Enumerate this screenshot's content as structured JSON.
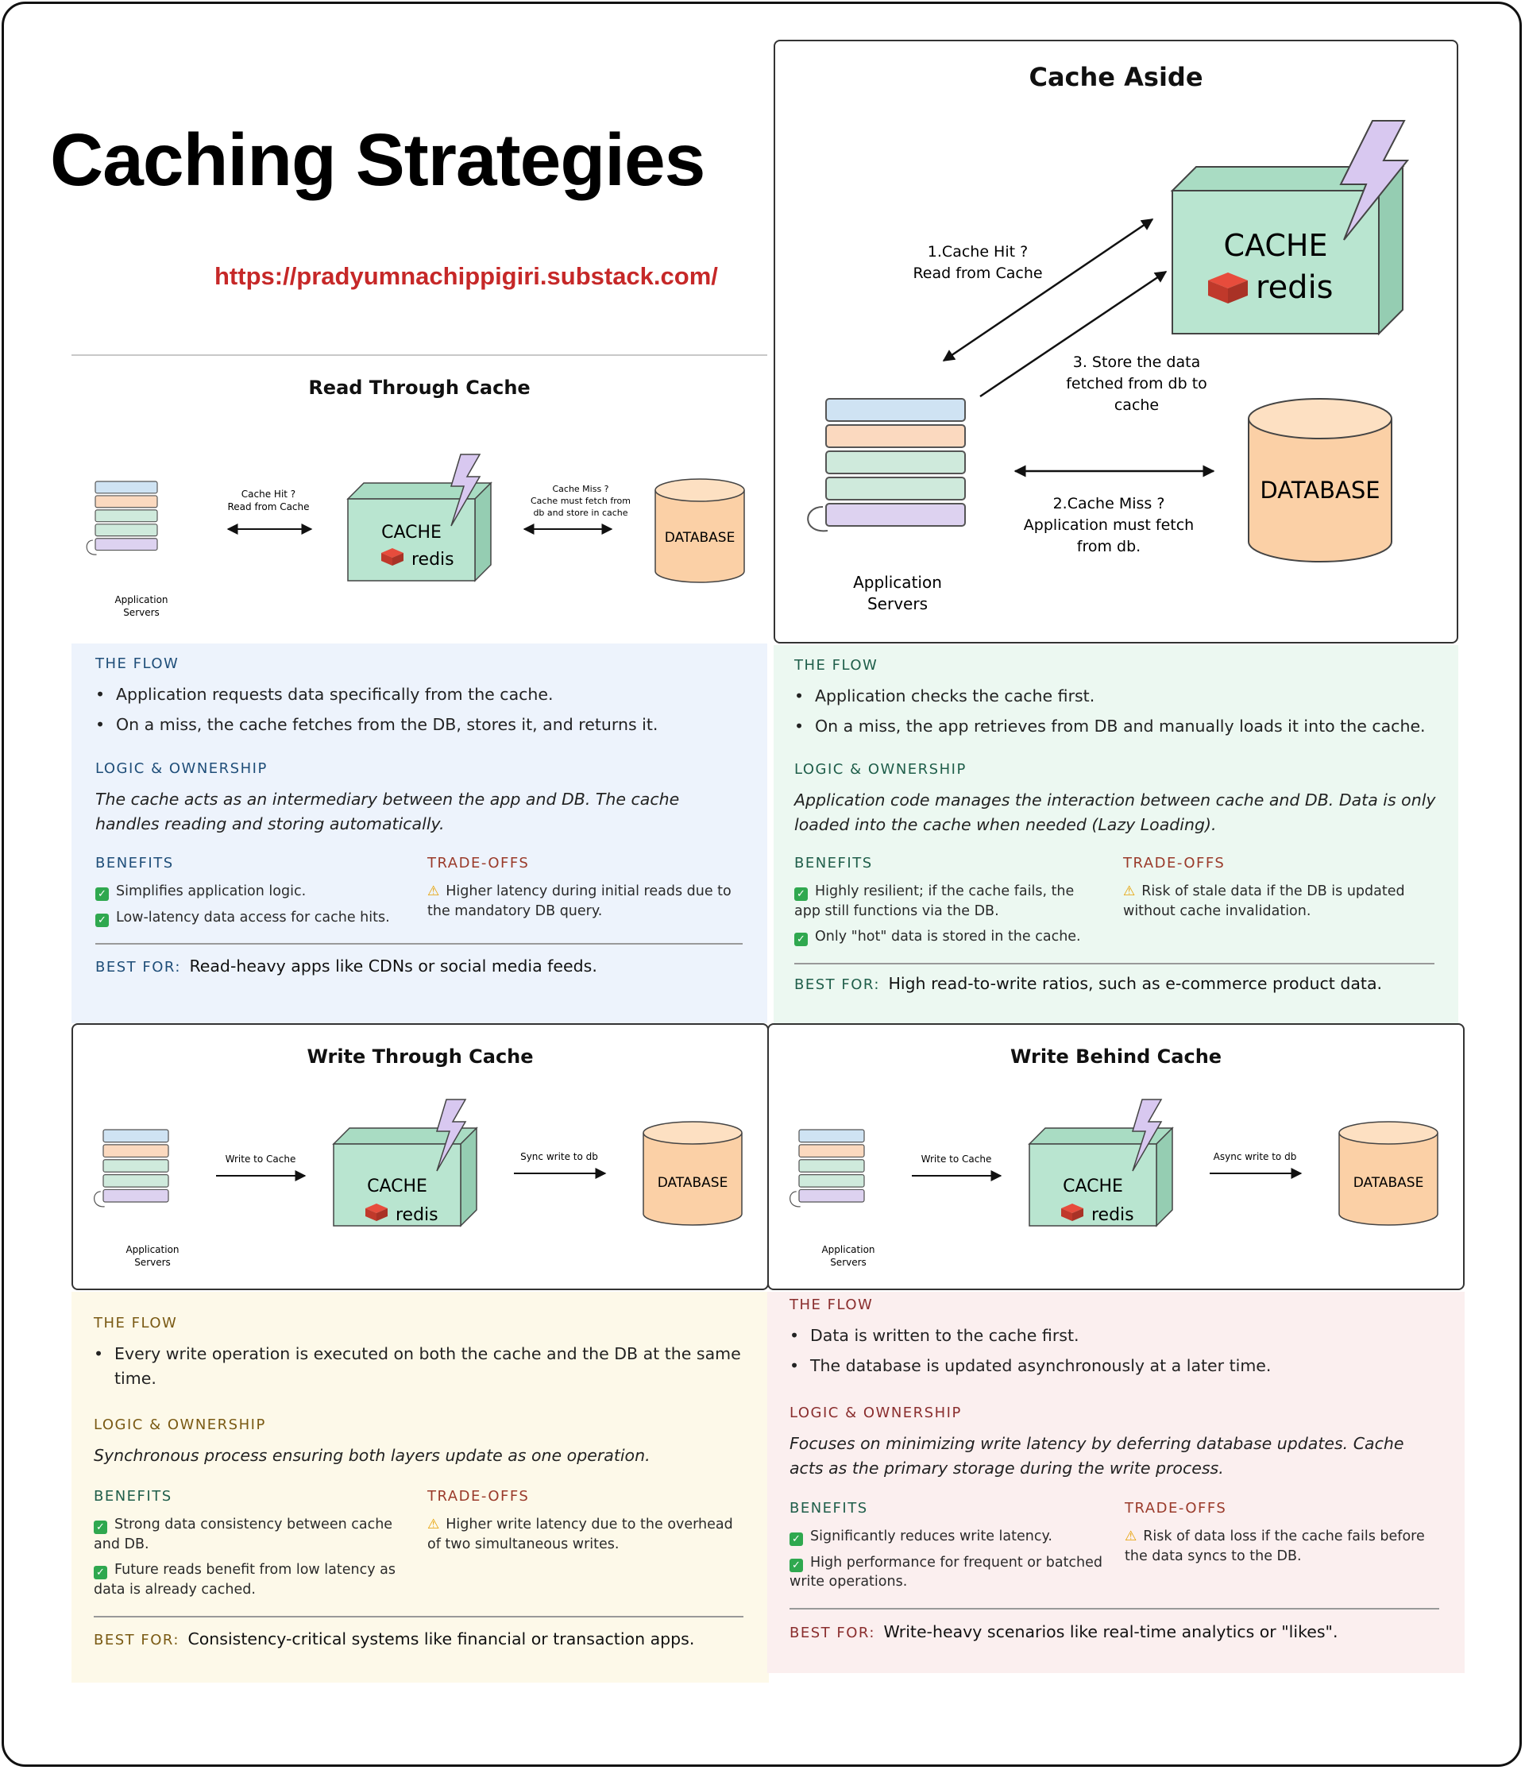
{
  "title": "Caching Strategies",
  "url": "https://pradyumnachippigiri.substack.com/",
  "colors": {
    "cache_green": "#b9e5d0",
    "db_orange": "#fbd0a6",
    "bolt_purple": "#d8c8f0",
    "redis_red": "#d9342b",
    "url_red": "#c62828",
    "read_bg": "#edf3fc",
    "aside_bg": "#ecf8f1",
    "write_through_bg": "#fdf9e9",
    "write_behind_bg": "#fbefef"
  },
  "common": {
    "cache": "CACHE",
    "redis": "redis",
    "database": "DATABASE",
    "app_servers_line1": "Application",
    "app_servers_line2": "Servers",
    "flow_label": "THE FLOW",
    "logic_label": "LOGIC & OWNERSHIP",
    "benefits_label": "BENEFITS",
    "tradeoffs_label": "TRADE-OFFS",
    "best_for_label": "BEST FOR:",
    "icons": [
      "server-rack-icon",
      "cache-box-icon",
      "lightning-bolt-icon",
      "redis-logo-icon",
      "database-cylinder-icon",
      "check-icon",
      "warning-icon"
    ]
  },
  "read_through": {
    "title": "Read Through Cache",
    "arrow1_line1": "Cache Hit ?",
    "arrow1_line2": "Read from Cache",
    "arrow2_line1": "Cache Miss ?",
    "arrow2_line2": "Cache must fetch from",
    "arrow2_line3": "db and store in cache",
    "flow": [
      "Application requests data specifically from the cache.",
      "On a miss, the cache fetches from the DB, stores it, and returns it."
    ],
    "logic": "The cache acts as an intermediary between the app and DB. The cache handles reading and storing automatically.",
    "benefits": [
      "Simplifies application logic.",
      "Low-latency data access for cache hits."
    ],
    "tradeoffs": [
      "Higher latency during initial reads due to the mandatory DB query."
    ],
    "best_for": "Read-heavy apps like CDNs or social media feeds."
  },
  "cache_aside": {
    "title": "Cache Aside",
    "arrow1_line1": "1.Cache Hit ?",
    "arrow1_line2": "Read from Cache",
    "arrow3_line1": "3. Store the data",
    "arrow3_line2": "fetched from db to",
    "arrow3_line3": "cache",
    "arrow2_line1": "2.Cache Miss ?",
    "arrow2_line2": "Application must fetch",
    "arrow2_line3": "from db.",
    "flow": [
      "Application checks the cache first.",
      "On a miss, the app retrieves from DB and manually loads it into the cache."
    ],
    "logic": "Application code manages the interaction between cache and DB. Data is only loaded into the cache when needed (Lazy Loading).",
    "benefits": [
      "Highly resilient; if the cache fails, the app still functions via the DB.",
      "Only \"hot\" data is stored in the cache."
    ],
    "tradeoffs": [
      "Risk of stale data if the DB is updated without cache invalidation."
    ],
    "best_for": "High read-to-write ratios, such as e-commerce product data."
  },
  "write_through": {
    "title": "Write Through Cache",
    "arrow1": "Write to Cache",
    "arrow2": "Sync write to db",
    "flow": [
      "Every write operation is executed on both the cache and the DB at the same time."
    ],
    "logic": "Synchronous process ensuring both layers update as one operation.",
    "benefits": [
      "Strong data consistency between cache and DB.",
      "Future reads benefit from low latency as data is already cached."
    ],
    "tradeoffs": [
      "Higher write latency due to the overhead of two simultaneous writes."
    ],
    "best_for": "Consistency-critical systems like financial or transaction apps."
  },
  "write_behind": {
    "title": "Write Behind Cache",
    "arrow1": "Write to Cache",
    "arrow2": "Async write to db",
    "flow": [
      "Data is written to the cache first.",
      "The database is updated asynchronously at a later time."
    ],
    "logic": "Focuses on minimizing write latency by deferring database updates. Cache acts as the primary storage during the write process.",
    "benefits": [
      "Significantly reduces write latency.",
      "High performance for frequent or batched write operations."
    ],
    "tradeoffs": [
      "Risk of data loss if the cache fails before the data syncs to the DB."
    ],
    "best_for": "Write-heavy scenarios like real-time analytics or \"likes\"."
  }
}
